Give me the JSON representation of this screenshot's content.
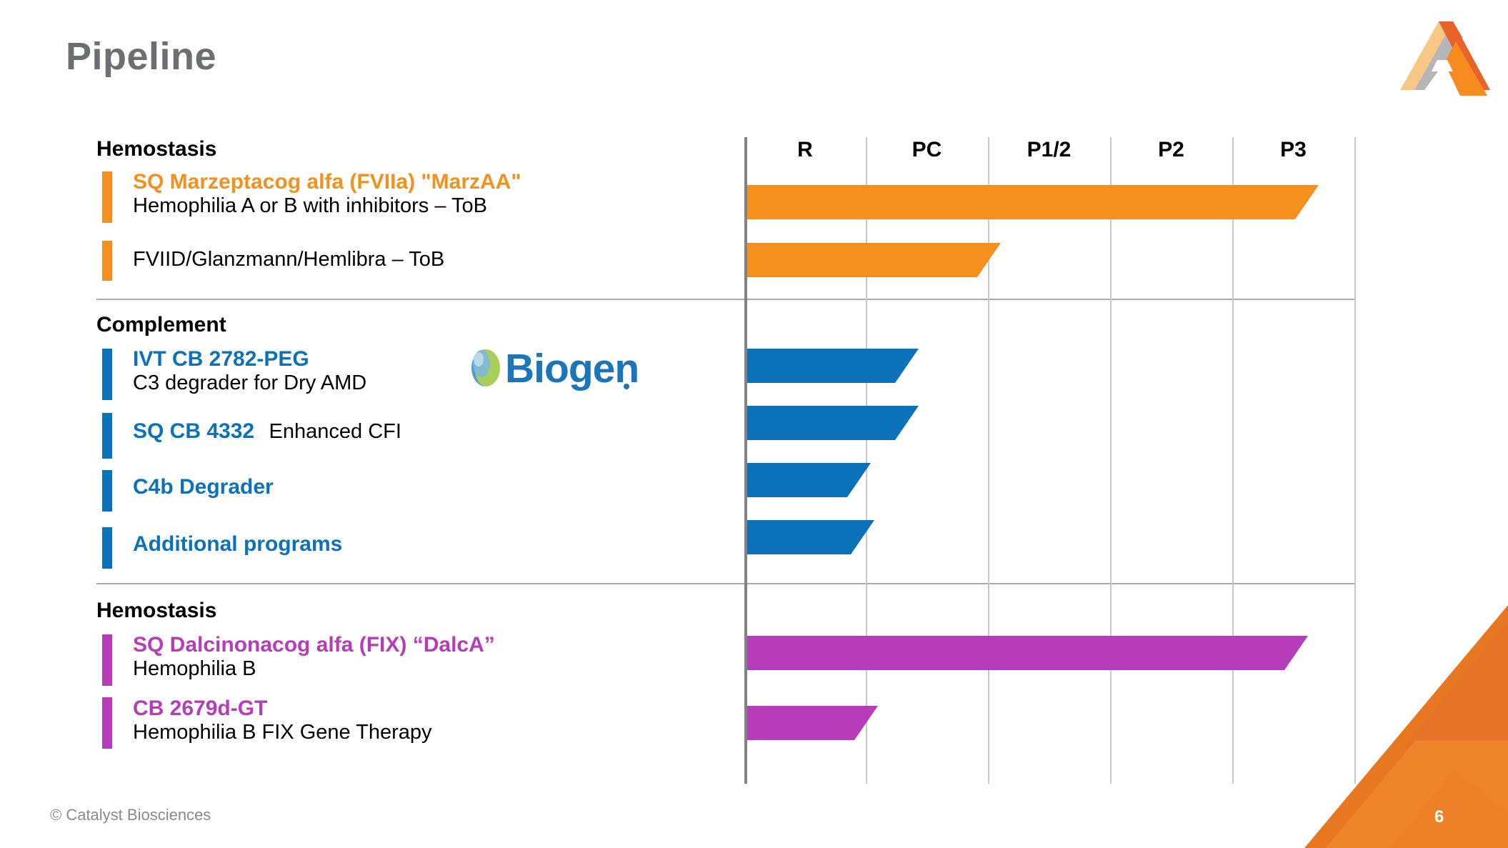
{
  "slide": {
    "title": "Pipeline",
    "page_number": "6",
    "copyright": "© Catalyst Biosciences",
    "logo_icon": "catalyst-a-logo-icon",
    "corner_icon": "orange-triangle-decoration-icon"
  },
  "colors": {
    "orange": "#F4911E",
    "blue": "#0B72BA",
    "purple": "#B63CBA",
    "title_gray": "#6D6E71",
    "grid_gray": "#C8C9CB",
    "axis_gray": "#808285",
    "biogen_blue": "#1B75BB"
  },
  "chart_data": {
    "type": "bar",
    "title": "Pipeline",
    "orientation": "horizontal",
    "xlabel": "",
    "ylabel": "",
    "grid": true,
    "legend": "none",
    "categories": [
      "R",
      "PC",
      "P1/2",
      "P2",
      "P3"
    ],
    "axis_ticks": [
      "R",
      "PC",
      "P1/2",
      "P2",
      "P3"
    ],
    "xlim": [
      0,
      5
    ],
    "series": [
      {
        "name": "SQ Marzeptacog alfa (FVIIa) \"MarzAA\"",
        "value": 5.0,
        "color": "#F4911E",
        "section": "Hemostasis"
      },
      {
        "name": "FVIID/Glanzmann/Hemlibra – ToB",
        "value": 2.0,
        "color": "#F4911E",
        "section": "Hemostasis"
      },
      {
        "name": "IVT CB 2782-PEG",
        "value": 1.4,
        "color": "#0B72BA",
        "section": "Complement"
      },
      {
        "name": "SQ CB 4332",
        "value": 1.4,
        "color": "#0B72BA",
        "section": "Complement"
      },
      {
        "name": "C4b Degrader",
        "value": 1.0,
        "color": "#0B72BA",
        "section": "Complement"
      },
      {
        "name": "Additional programs",
        "value": 1.0,
        "color": "#0B72BA",
        "section": "Complement"
      },
      {
        "name": "SQ Dalcinonacog alfa (FIX) \"DalcA\"",
        "value": 4.9,
        "color": "#B63CBA",
        "section": "Hemostasis"
      },
      {
        "name": "CB 2679d-GT",
        "value": 1.05,
        "color": "#B63CBA",
        "section": "Hemostasis"
      }
    ]
  },
  "header": {
    "columns": [
      {
        "label": "R"
      },
      {
        "label": "PC"
      },
      {
        "label": "P1/2"
      },
      {
        "label": "P2"
      },
      {
        "label": "P3"
      }
    ]
  },
  "sections": [
    {
      "id": "hemostasis-1",
      "title": "Hemostasis",
      "programs": [
        {
          "name": "SQ Marzeptacog alfa (FVIIa) \"MarzAA\"",
          "description": "Hemophilia A or B with inhibitors – ToB",
          "inline": ""
        },
        {
          "name": "",
          "description": "FVIID/Glanzmann/Hemlibra – ToB",
          "inline": ""
        }
      ]
    },
    {
      "id": "complement",
      "title": "Complement",
      "partner_logo": "biogen-logo-icon",
      "partner_name": "Biogen",
      "programs": [
        {
          "name": "IVT CB 2782-PEG",
          "description": "C3 degrader for Dry AMD",
          "inline": ""
        },
        {
          "name": "SQ CB 4332",
          "description": "",
          "inline": "Enhanced CFI"
        },
        {
          "name": "C4b Degrader",
          "description": "",
          "inline": ""
        },
        {
          "name": "Additional programs",
          "description": "",
          "inline": ""
        }
      ]
    },
    {
      "id": "hemostasis-2",
      "title": "Hemostasis",
      "programs": [
        {
          "name": "SQ Dalcinonacog alfa (FIX) “DalcA”",
          "description": "Hemophilia B",
          "inline": ""
        },
        {
          "name": "CB 2679d-GT",
          "description": "Hemophilia B FIX Gene Therapy",
          "inline": ""
        }
      ]
    }
  ]
}
